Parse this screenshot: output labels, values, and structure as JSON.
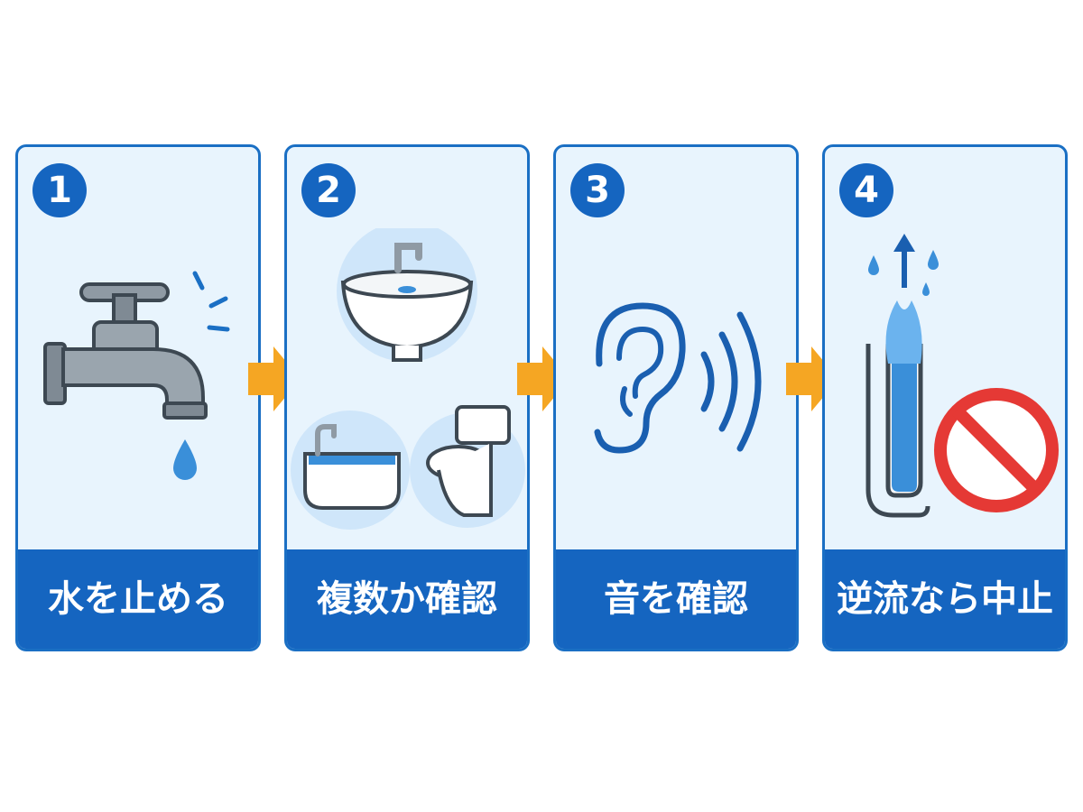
{
  "steps": [
    {
      "number": "1",
      "label": "水を止める",
      "icon": "faucet-icon"
    },
    {
      "number": "2",
      "label": "複数か確認",
      "icon": "fixtures-icon"
    },
    {
      "number": "3",
      "label": "音を確認",
      "icon": "ear-icon"
    },
    {
      "number": "4",
      "label": "逆流なら中止",
      "icon": "backflow-prohibited-icon"
    }
  ],
  "colors": {
    "primary_blue": "#1565c0",
    "card_background": "#e8f4fd",
    "arrow_orange": "#f5a623",
    "water_blue": "#3a8fd9",
    "prohibit_red": "#e53935"
  }
}
